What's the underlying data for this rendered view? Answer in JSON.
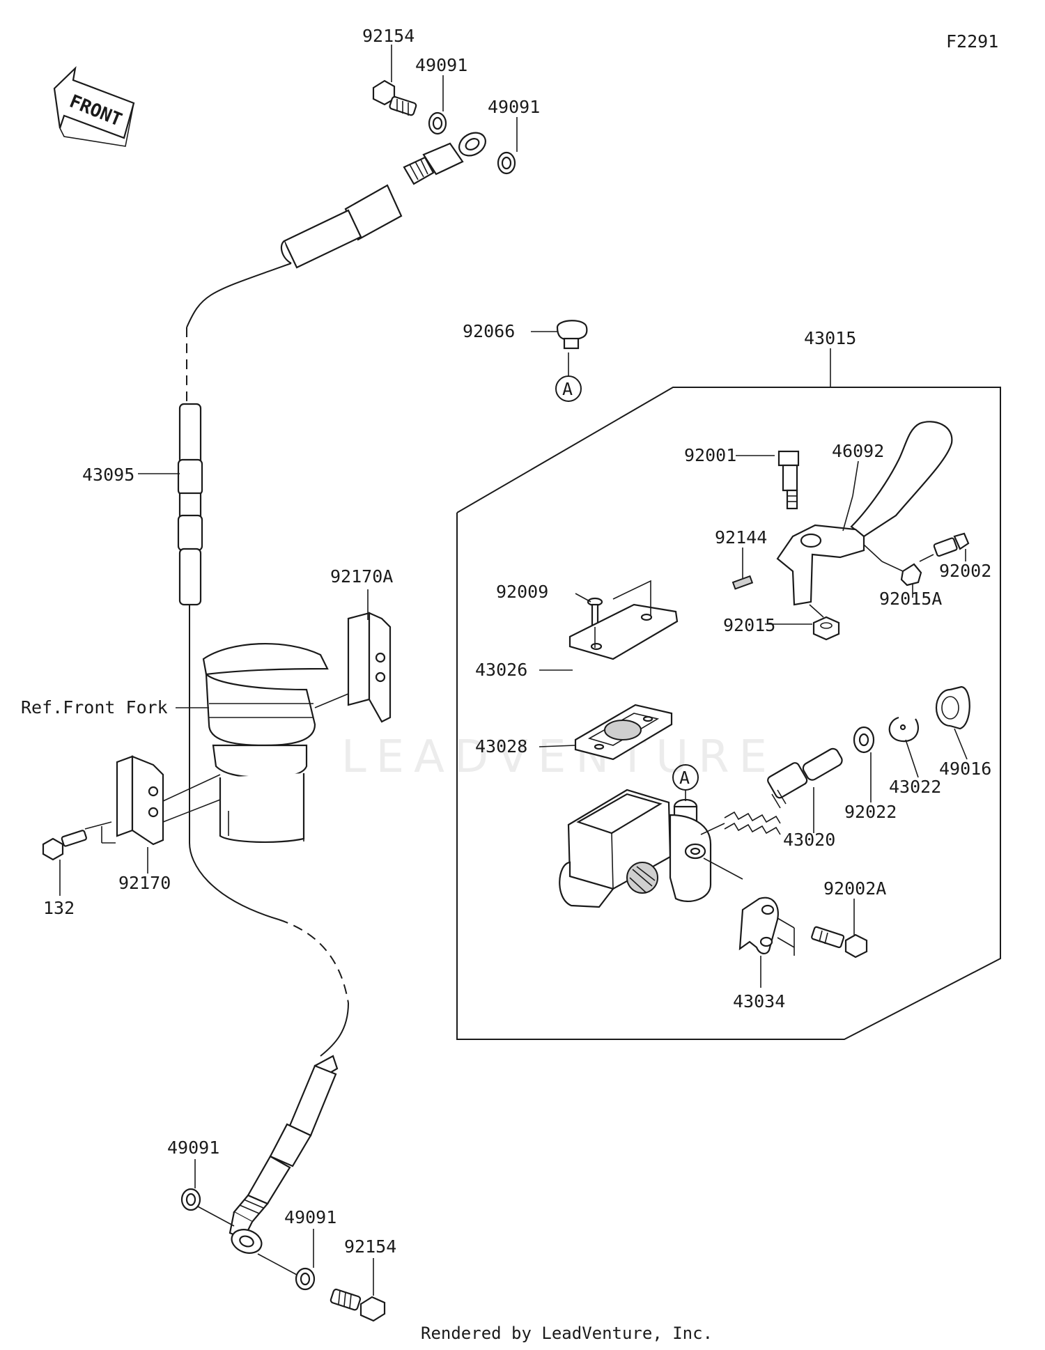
{
  "diagram_code": "F2291",
  "front_arrow_text": "FRONT",
  "ref_front_fork": "Ref.Front Fork",
  "footer": "Rendered by LeadVenture, Inc.",
  "watermark": "LEADVENTURE",
  "ref_marker": "A",
  "parts": {
    "p92154_top": "92154",
    "p49091_a": "49091",
    "p49091_b": "49091",
    "p92066": "92066",
    "p43015": "43015",
    "p92001": "92001",
    "p46092": "46092",
    "p92144": "92144",
    "p92002": "92002",
    "p92015A": "92015A",
    "p92015": "92015",
    "p92009": "92009",
    "p43026": "43026",
    "p43028": "43028",
    "p43020": "43020",
    "p92022": "92022",
    "p43022": "43022",
    "p49016": "49016",
    "p92002A": "92002A",
    "p43034": "43034",
    "p43095": "43095",
    "p92170A": "92170A",
    "p132": "132",
    "p92170": "92170",
    "p49091_c": "49091",
    "p49091_d": "49091",
    "p92154_bottom": "92154"
  }
}
